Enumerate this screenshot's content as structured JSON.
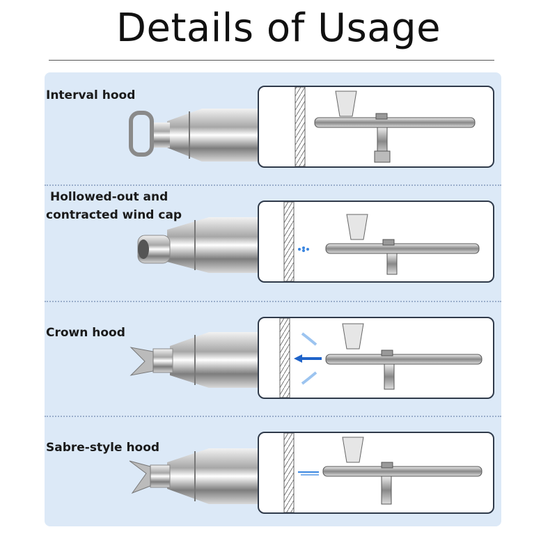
{
  "title": "Details of Usage",
  "rows": [
    {
      "label_lines": [
        "Interval hood"
      ],
      "spray": "none"
    },
    {
      "label_lines": [
        "Hollowed-out and",
        "contracted wind cap"
      ],
      "spray": "small"
    },
    {
      "label_lines": [
        "Crown hood"
      ],
      "spray": "wide"
    },
    {
      "label_lines": [
        "Sabre-style hood"
      ],
      "spray": "fine"
    }
  ],
  "colors": {
    "panel_bg": "#dce9f7",
    "frame_border": "#2f3a4a",
    "spray_blue": "#3a86e0",
    "separator": "#9aaecb"
  }
}
